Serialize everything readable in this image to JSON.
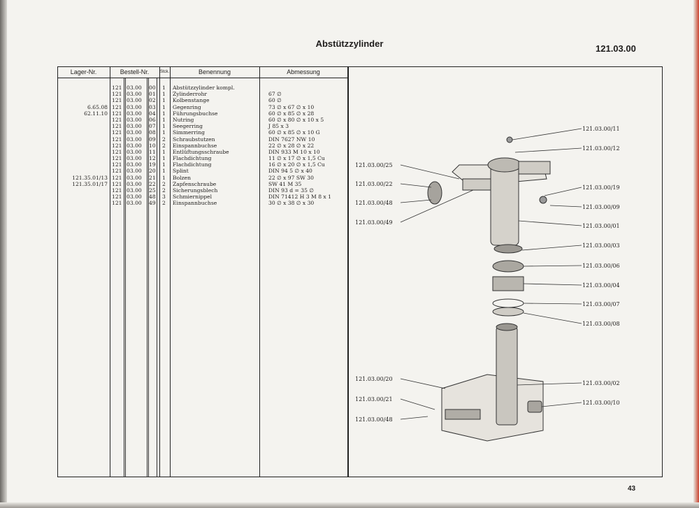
{
  "title": "Abstützzylinder",
  "code": "121.03.00",
  "page_number": "43",
  "headers": {
    "lager": "Lager-Nr.",
    "bestell": "Bestell-Nr.",
    "stck": "Stck.",
    "benennung": "Benennung",
    "abmessung": "Abmessung"
  },
  "rows": [
    {
      "lager": "",
      "a": "121",
      "b": "03.00",
      "c": "00",
      "q": "1",
      "name": "Abstützzylinder kompl.",
      "dim": ""
    },
    {
      "lager": "",
      "a": "121",
      "b": "03.00",
      "c": "01",
      "q": "1",
      "name": "Zylinderrohr",
      "dim": "67 ∅"
    },
    {
      "lager": "",
      "a": "121",
      "b": "03.00",
      "c": "02",
      "q": "1",
      "name": "Kolbenstange",
      "dim": "60 ∅"
    },
    {
      "lager": "6.65.08",
      "a": "121",
      "b": "03.00",
      "c": "03",
      "q": "1",
      "name": "Gegenring",
      "dim": "73 ∅ x 67 ∅ x 10"
    },
    {
      "lager": "62.11.10",
      "a": "121",
      "b": "03.00",
      "c": "04",
      "q": "1",
      "name": "Führungsbuchse",
      "dim": "60 ∅ x 85 ∅ x 28"
    },
    {
      "lager": "",
      "a": "121",
      "b": "03.00",
      "c": "06",
      "q": "1",
      "name": "Nutring",
      "dim": "60 ∅ x 80 ∅ x 10 x 5"
    },
    {
      "lager": "",
      "a": "121",
      "b": "03.00",
      "c": "07",
      "q": "1",
      "name": "Seegerring",
      "dim": "J 85 x 3"
    },
    {
      "lager": "",
      "a": "121",
      "b": "03.00",
      "c": "08",
      "q": "1",
      "name": "Simmerring",
      "dim": "60 ∅ x 85 ∅ x 10 G"
    },
    {
      "lager": "",
      "a": "121",
      "b": "03.00",
      "c": "09",
      "q": "2",
      "name": "Schraubstutzen",
      "dim": "DIN 7627   NW 10"
    },
    {
      "lager": "",
      "a": "121",
      "b": "03.00",
      "c": "10",
      "q": "2",
      "name": "Einspannbuchse",
      "dim": "22 ∅ x 28 ∅ x 22"
    },
    {
      "lager": "",
      "a": "121",
      "b": "03.00",
      "c": "11",
      "q": "1",
      "name": "Entlüftungsschraube",
      "dim": "DIN 933   M 10 x 10"
    },
    {
      "lager": "",
      "a": "121",
      "b": "03.00",
      "c": "12",
      "q": "1",
      "name": "Flachdichtung",
      "dim": "11 ∅ x 17 ∅ x 1,5 Cu"
    },
    {
      "lager": "",
      "a": "121",
      "b": "03.00",
      "c": "19",
      "q": "1",
      "name": "Flachdichtung",
      "dim": "16 ∅ x 20 ∅ x 1,5 Cu"
    },
    {
      "lager": "",
      "a": "121",
      "b": "03.00",
      "c": "20",
      "q": "1",
      "name": "Splint",
      "dim": "DIN 94   5 ∅ x 40"
    },
    {
      "lager": "121.35.01/13",
      "a": "121",
      "b": "03.00",
      "c": "21",
      "q": "1",
      "name": "Bolzen",
      "dim": "22 ∅ x 97    SW 30"
    },
    {
      "lager": "121.35.01/17",
      "a": "121",
      "b": "03.00",
      "c": "22",
      "q": "2",
      "name": "Zapfenschraube",
      "dim": "SW 41    M 35"
    },
    {
      "lager": "",
      "a": "121",
      "b": "03.00",
      "c": "25",
      "q": "2",
      "name": "Sicherungsblech",
      "dim": "DIN 93   d = 35 ∅"
    },
    {
      "lager": "",
      "a": "121",
      "b": "03.00",
      "c": "48",
      "q": "3",
      "name": "Schmiernippel",
      "dim": "DIN 71412  H 3  M 8 x 1"
    },
    {
      "lager": "",
      "a": "121",
      "b": "03.00",
      "c": "49",
      "q": "2",
      "name": "Einspannbuchse",
      "dim": "30 ∅ x 38 ∅ x 30"
    }
  ],
  "callouts_right": [
    "121.03.00/11",
    "121.03.00/12",
    "121.03.00/19",
    "121.03.00/09",
    "121.03.00/01",
    "121.03.00/03",
    "121.03.00/06",
    "121.03.00/04",
    "121.03.00/07",
    "121.03.00/08",
    "121.03.00/02",
    "121.03.00/10"
  ],
  "callouts_left": [
    "121.03.00/25",
    "121.03.00/22",
    "121.03.00/48",
    "121.03.00/49",
    "121.03.00/20",
    "121.03.00/21",
    "121.03.00/48"
  ]
}
